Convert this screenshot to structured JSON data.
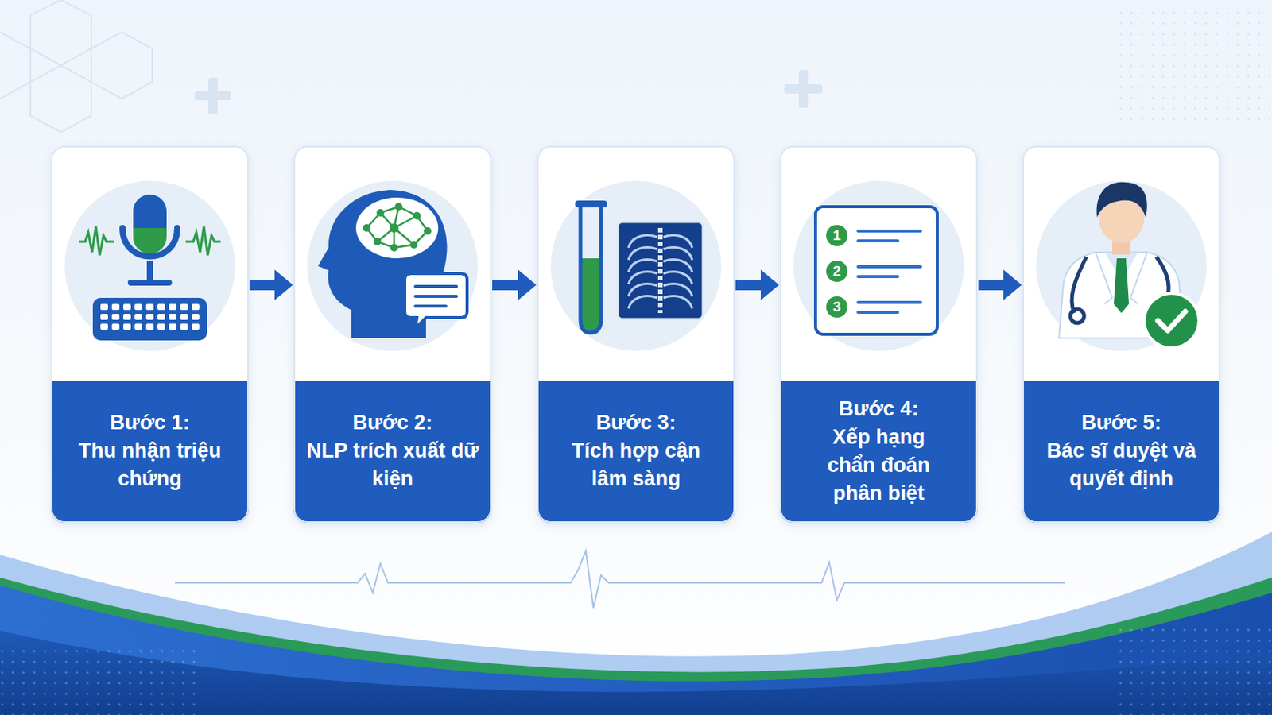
{
  "diagram": {
    "nodes": [
      {
        "text": [
          "Bước 1:",
          "Thu nhận triệu chứng"
        ]
      },
      {
        "text": [
          "Bước 2:",
          "NLP trích xuất dữ kiện"
        ]
      },
      {
        "text": [
          "Bước 3:",
          "Tích hợp cận lâm sàng"
        ]
      },
      {
        "text": [
          "Bước 4:",
          "Xếp hạng chẩn đoán phân biệt"
        ]
      },
      {
        "text": [
          "Bước 5:",
          "Bác sĩ duyệt và quyết định"
        ]
      }
    ],
    "edges": [
      {
        "from": 0,
        "to": 1,
        "arrow": "to"
      },
      {
        "from": 1,
        "to": 2,
        "arrow": "to"
      },
      {
        "from": 2,
        "to": 3,
        "arrow": "to"
      },
      {
        "from": 3,
        "to": 4,
        "arrow": "to"
      }
    ],
    "labels": [
      "1",
      "2",
      "3"
    ]
  }
}
